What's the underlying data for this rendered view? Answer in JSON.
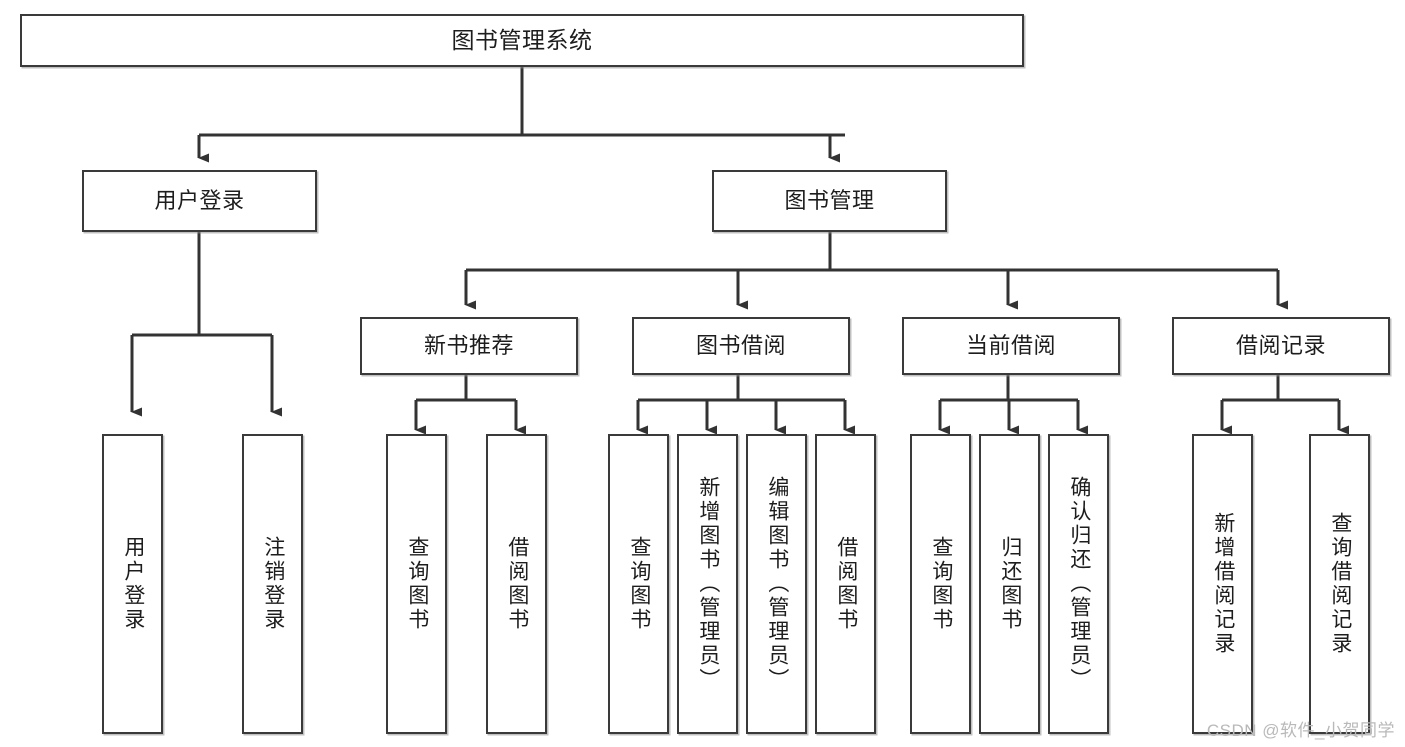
{
  "diagram": {
    "type": "tree-hierarchy",
    "title": "图书管理系统",
    "nodes": {
      "root": {
        "label": "图书管理系统"
      },
      "level2": [
        {
          "id": "user-login",
          "label": "用户登录"
        },
        {
          "id": "book-management",
          "label": "图书管理"
        }
      ],
      "level3": [
        {
          "id": "new-book-recommend",
          "label": "新书推荐"
        },
        {
          "id": "book-borrow",
          "label": "图书借阅"
        },
        {
          "id": "current-borrow",
          "label": "当前借阅"
        },
        {
          "id": "borrow-record",
          "label": "借阅记录"
        }
      ],
      "leaves": {
        "user_login": [
          {
            "id": "leaf-user-login",
            "label": "用户登录"
          },
          {
            "id": "leaf-logout-login",
            "label": "注销登录"
          }
        ],
        "new_book_recommend": [
          {
            "id": "leaf-query-book-1",
            "label": "查询图书"
          },
          {
            "id": "leaf-borrow-book-1",
            "label": "借阅图书"
          }
        ],
        "book_borrow": [
          {
            "id": "leaf-query-book-2",
            "label": "查询图书"
          },
          {
            "id": "leaf-add-book",
            "label": "新增图书（管理员）"
          },
          {
            "id": "leaf-edit-book",
            "label": "编辑图书（管理员）"
          },
          {
            "id": "leaf-borrow-book-2",
            "label": "借阅图书"
          }
        ],
        "current_borrow": [
          {
            "id": "leaf-query-book-3",
            "label": "查询图书"
          },
          {
            "id": "leaf-return-book",
            "label": "归还图书"
          },
          {
            "id": "leaf-confirm-return",
            "label": "确认归还（管理员）"
          }
        ],
        "borrow_record": [
          {
            "id": "leaf-add-borrow-record",
            "label": "新增借阅记录"
          },
          {
            "id": "leaf-query-borrow-record",
            "label": "查询借阅记录"
          }
        ]
      }
    },
    "colors": {
      "background": "#ffffff",
      "box_border": "#3a3a3a",
      "box_fill": "#ffffff",
      "connector": "#333333",
      "text": "#1d1d1d",
      "watermark": "#b9b9b9"
    }
  },
  "watermark": {
    "text": "CSDN @软件_小贺同学"
  }
}
